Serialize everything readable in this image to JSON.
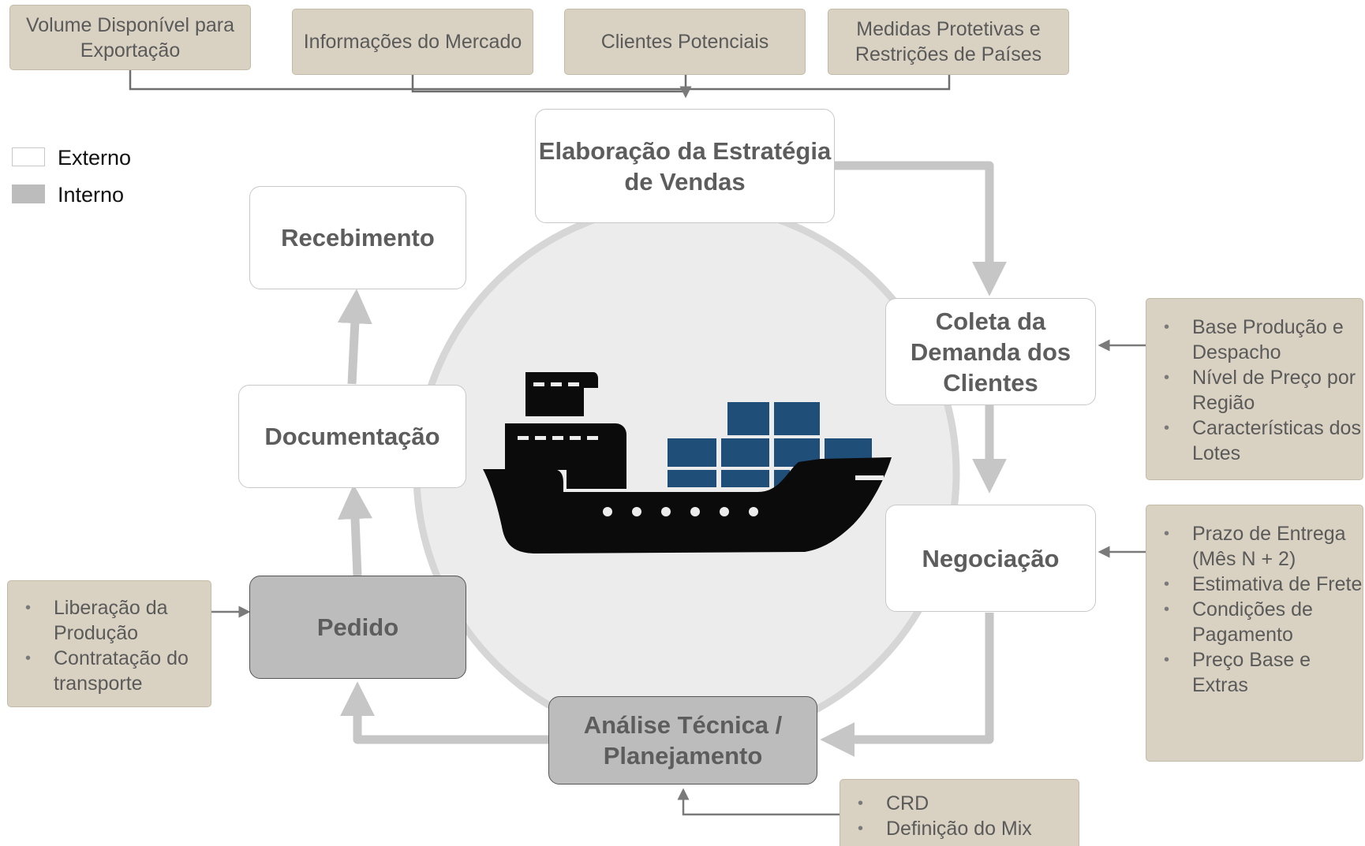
{
  "legend": {
    "external_label": "Externo",
    "internal_label": "Interno"
  },
  "inputs_top": [
    "Volume Disponível para Exportação",
    "Informações do Mercado",
    "Clientes Potenciais",
    "Medidas Protetivas e Restrições de Países"
  ],
  "stages": {
    "strategy": "Elaboração da Estratégia de Vendas",
    "demand": "Coleta da Demanda dos Clientes",
    "negotiation": "Negociação",
    "analysis": "Análise Técnica / Planejamento",
    "order": "Pedido",
    "documentation": "Documentação",
    "receipt": "Recebimento"
  },
  "demand_inputs": [
    "Base  Produção e Despacho",
    "Nível de Preço por Região",
    "Características dos  Lotes"
  ],
  "negotiation_inputs": [
    "Prazo de Entrega (Mês N + 2)",
    "Estimativa de Frete",
    "Condições de Pagamento",
    "Preço Base e Extras"
  ],
  "analysis_inputs": [
    "CRD",
    "Definição do Mix"
  ],
  "order_inputs": [
    "Liberação da Produção",
    "Contratação do transporte"
  ],
  "center_icon": "cargo-ship-icon",
  "colors": {
    "input_box": "#d9d2c2",
    "internal_stage": "#bcbcbc",
    "external_stage": "#ffffff",
    "flow_arrow": "#c6c6c6",
    "ship": "#0a0a0a",
    "containers": "#1f4e79"
  }
}
